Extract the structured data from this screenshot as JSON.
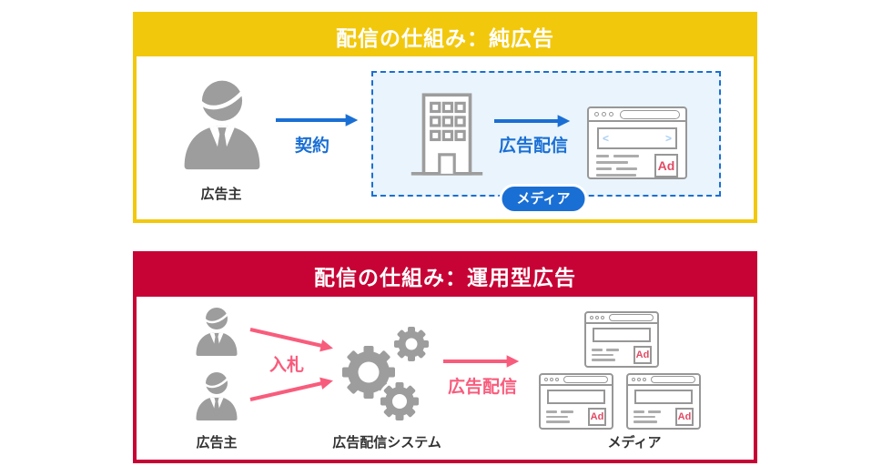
{
  "pure_panel": {
    "title": "配信の仕組み：純広告",
    "advertiser_label": "広告主",
    "contract_label": "契約",
    "delivery_label": "広告配信",
    "media_badge_label": "メディア",
    "ad_badge_label": "Ad"
  },
  "programmatic_panel": {
    "title": "配信の仕組み：運用型広告",
    "advertiser_label": "広告主",
    "bid_label": "入札",
    "system_label": "広告配信システム",
    "delivery_label": "広告配信",
    "media_label": "メディア",
    "ad_badge_label": "Ad"
  },
  "browser_chrome": {
    "prev_chevron": "<",
    "next_chevron": ">"
  },
  "colors": {
    "pure_accent": "#F2C80D",
    "programmatic_accent": "#C70335",
    "flow_blue": "#1A6FD4",
    "flow_pink": "#F85C7C",
    "media_box_bg": "#E9F4FC",
    "icon_gray": "#9D9D9D",
    "ad_red": "#E14A64"
  }
}
